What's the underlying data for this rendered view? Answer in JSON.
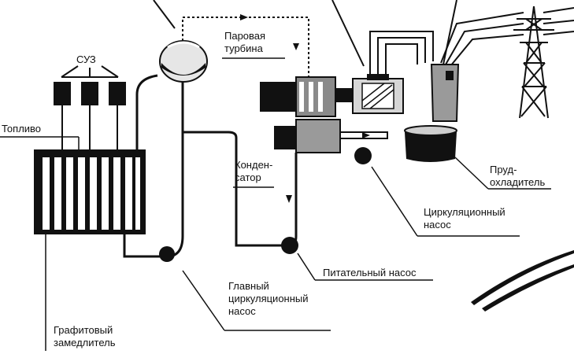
{
  "labels": {
    "suz": "СУЗ",
    "toplivo": "Топливо",
    "turbine": [
      "Паровая",
      "турбина"
    ],
    "condenser": [
      "Конден-",
      "сатор"
    ],
    "pond": [
      "Пруд-",
      "охладитель"
    ],
    "circ_pump": [
      "Циркуляционный",
      "насос"
    ],
    "feed_pump": "Питательный насос",
    "main_pump": [
      "Главный",
      "циркуляционный",
      "насос"
    ],
    "graphite": [
      "Графитовый",
      "замедлитель"
    ]
  },
  "colors": {
    "ink": "#111111",
    "gray": "#7a7a7a",
    "light": "#cfcfcf",
    "background": "#ffffff"
  }
}
